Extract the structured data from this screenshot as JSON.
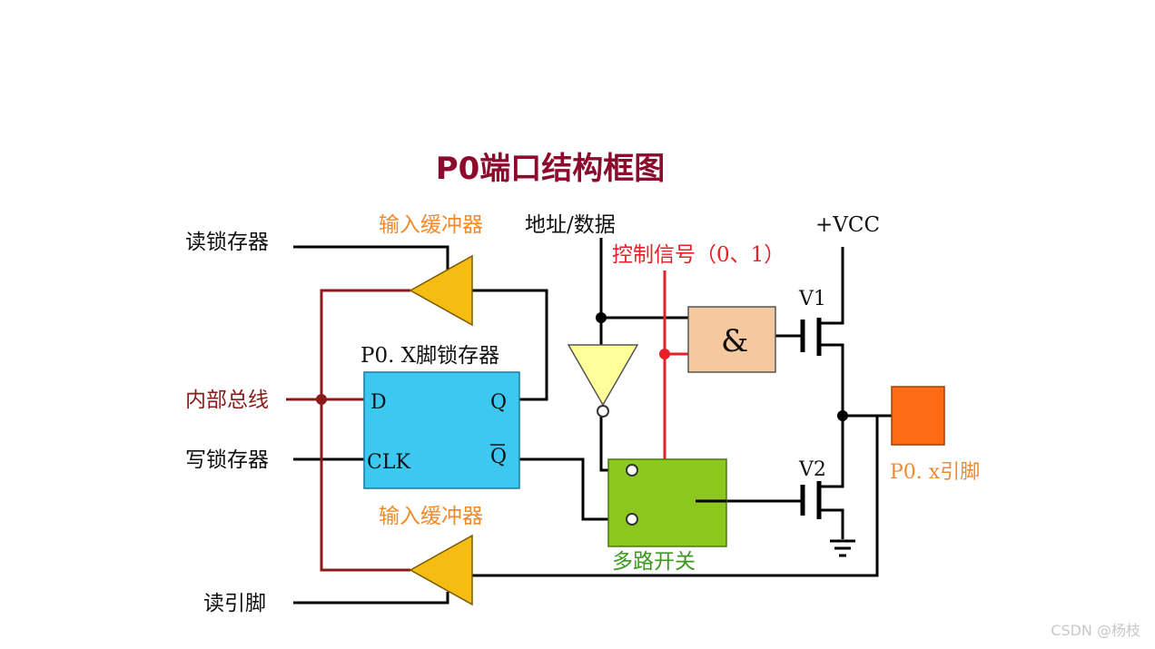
{
  "title": "P0端口结构框图",
  "labels": {
    "read_latch": "读锁存器",
    "input_buffer_top": "输入缓冲器",
    "address_data": "地址/数据",
    "vcc": "+VCC",
    "control_signal": "控制信号（0、1）",
    "v1": "V1",
    "and_gate": "&",
    "latch_title": "P0. X脚锁存器",
    "internal_bus": "内部总线",
    "d": "D",
    "q": "Q",
    "write_latch": "写锁存器",
    "clk": "CLK",
    "q_bar": "Q",
    "v2": "V2",
    "pin": "P0. x引脚",
    "input_buffer_bottom": "输入缓冲器",
    "mux": "多路开关",
    "read_pin": "读引脚"
  },
  "colors": {
    "title": "#8c0a2c",
    "bus_wire": "#8b1a1a",
    "control_wire": "#e8202a",
    "buffer_fill": "#f5bd12",
    "inverter_fill": "#ffff99",
    "latch_fill": "#3cc8f0",
    "and_fill": "#f5c8a0",
    "mux_fill": "#8cc81e",
    "pin_fill": "#ff6a14",
    "orange_text": "#f08a2c",
    "green_text": "#3c9a1e",
    "red_text": "#e8202a"
  },
  "watermark": "CSDN @杨枝"
}
